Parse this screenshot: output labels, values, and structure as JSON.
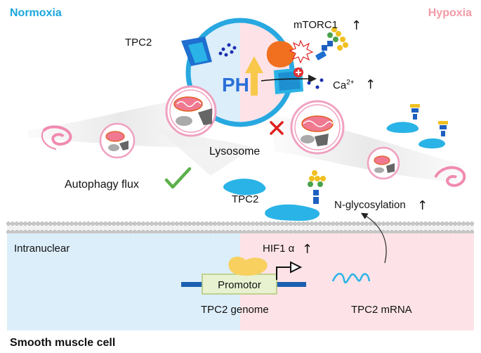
{
  "header": {
    "left_label": "Normoxia",
    "right_label": "Hypoxia",
    "left_color": "#1aa6dc",
    "right_color": "#f29aa6"
  },
  "labels": {
    "tpc2_top": "TPC2",
    "mtorc1": "mTORC1",
    "ph": "PH",
    "ca_ion": "Ca",
    "ca_sup": "2+",
    "lysosome": "Lysosome",
    "autophagy_flux": "Autophagy flux",
    "tpc2_mid": "TPC2",
    "n_glycosylation": "N-glycosylation",
    "intranuclear": "Intranuclear",
    "hif1a": "HIF1 α",
    "promotor": "Promotor",
    "tpc2_genome": "TPC2 genome",
    "tpc2_mrna": "TPC2 mRNA",
    "cell_type": "Smooth muscle cell"
  },
  "symbols": {
    "increase_arrow": "↑",
    "check_mark": "check-icon",
    "cross_mark": "cross-icon"
  },
  "colors": {
    "normoxia_bg": "#dceefa",
    "hypoxia_bg": "#fde3e7",
    "lysosome_ring": "#28a8e0",
    "tpc2_blue": "#2ab3e6",
    "mtorc1_orange": "#f07020",
    "check_green": "#5bb04a",
    "cross_red": "#e02020",
    "ph_arrow": "#f8c84a",
    "dna_line": "#1a5fb0"
  }
}
